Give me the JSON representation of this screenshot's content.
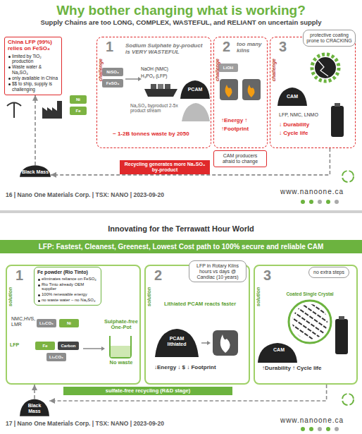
{
  "diagram": {
    "title": "Why bother changing what is working?",
    "nodes": [
      {
        "text": [
          "China LFP (99%) relies on FeSO₄",
          "limited by TiO₂ production",
          "Waste water & Na₂SO₄",
          "only available in China",
          "$$ to ship, supply is challenging"
        ]
      },
      {
        "text": [
          "challenge",
          "1",
          "Sodium Sulphate by-product is VERY WASTEFUL",
          "~ 1-2B tonnes waste by 2050"
        ]
      },
      {
        "text": [
          "challenge",
          "2",
          "too many kilns",
          "↑Energy ↑",
          "↑Footprint"
        ]
      },
      {
        "text": [
          "challenge",
          "3",
          "LFP, NMC, LNMO",
          "↓ Durability",
          "↓ Cycle life"
        ]
      },
      {
        "text": [
          "protective coating prone to CRACKING"
        ]
      },
      {
        "text": [
          "CAM producers afraid to change"
        ]
      },
      {
        "text": [
          "Recycling generates more Na₂SO₄ by-product"
        ]
      },
      {
        "text": [
          "Black Mass"
        ]
      },
      {
        "text": [
          "LFP: Fastest, Cleanest, Greenest, Lowest Cost path to 100% secure and reliable CAM"
        ]
      },
      {
        "text": [
          "solution",
          "1",
          "NMC,HVS, LMR",
          "Sulphate-free One-Pot",
          "No waste"
        ]
      },
      {
        "text": [
          "Fe powder (Rio Tinto)",
          "eliminates reliance on FeSO₄",
          "Rio Tinto already OEM supplier",
          "100% renewable energy",
          "no waste water – no Na₂SO₄"
        ],
        "in": 9
      },
      {
        "text": [
          "solution",
          "2",
          "Lithiated PCAM reacts faster",
          "↓Energy ↓ $ ↓ Footprint"
        ]
      },
      {
        "text": [
          "LFP in Rotary Kilns hours vs days @ Candiac (10 years)"
        ],
        "in": 11
      },
      {
        "text": [
          "solution",
          "3",
          "CAM",
          "↑Durability ↑ Cycle life"
        ]
      },
      {
        "text": [
          "no extra steps"
        ],
        "in": 13
      },
      {
        "text": [
          "sulfate-free recycling (R&D stage)"
        ]
      },
      {
        "text": [
          "Black Mass"
        ]
      }
    ],
    "edges": [
      {
        "from": 7,
        "to": 0,
        "arrow": "to"
      },
      {
        "from": 3,
        "to": 7,
        "arrow": "to"
      },
      {
        "from": 16,
        "to": 9,
        "arrow": "to"
      },
      {
        "from": 13,
        "to": 16,
        "arrow": "to"
      }
    ],
    "labels": [
      "Supply Chains are too LONG, COMPLEX, WASTEFUL, and RELIANT on uncertain supply",
      "Ni",
      "Fe",
      "NiSO₄",
      "FeSO₄",
      "NaOH (NMC)",
      "H₃PO₄ (LFP)",
      "PCAM",
      "Na₂SO₄ byproduct 2-5x product stream",
      "LiOH",
      "CAM",
      "16 | Nano One Materials Corp. | TSX: NANO | 2023-09-20",
      "www.nanoone.ca",
      "Innovating for the Terrawatt Hour World",
      "Li₂CO₃",
      "Ni",
      "LFP",
      "Fe",
      "Carbon",
      "Li₂CO₃",
      "PCAM lithiated",
      "Coated Single Crystal",
      "17 | Nano One Materials Corp. | TSX: NANO | 2023-09-20",
      "www.nanoone.ca"
    ]
  }
}
